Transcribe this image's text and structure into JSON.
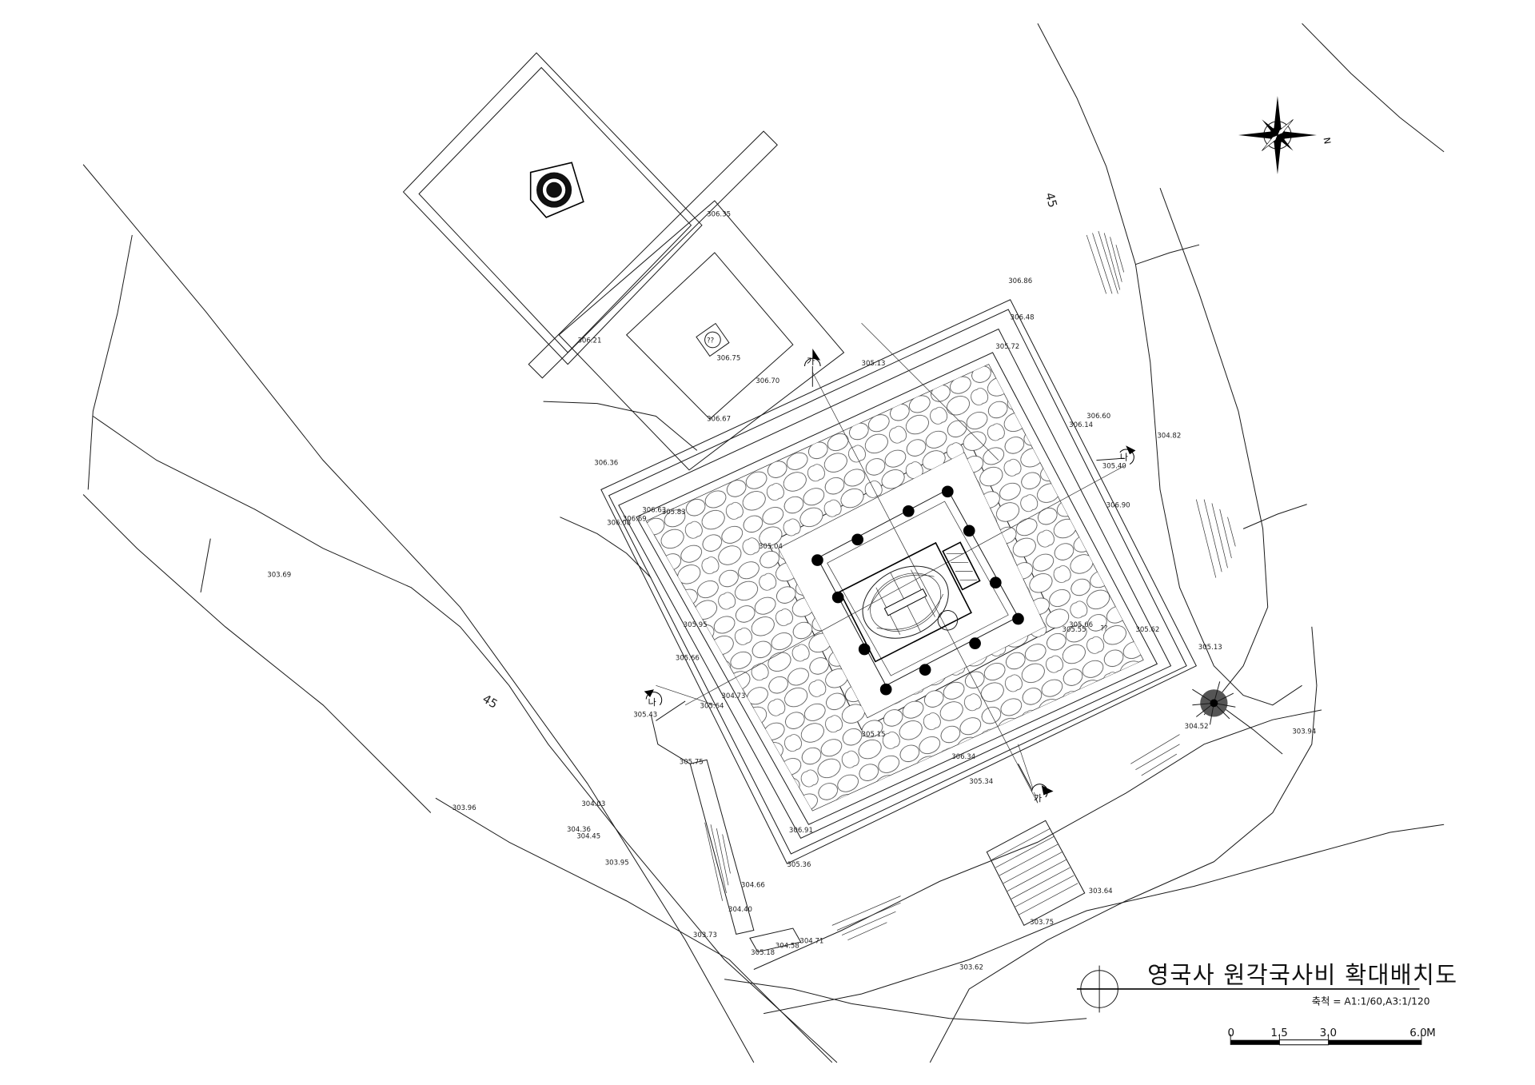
{
  "title": "영국사 원각국사비 확대배치도",
  "scale_note": "축척 = A1:1/60,A3:1/120",
  "scale_bar": {
    "labels": [
      "0",
      "1.5",
      "3.0",
      "6.0",
      "M"
    ]
  },
  "north_label": "N",
  "contour_labels": [
    "45",
    "45"
  ],
  "section_markers": [
    "가",
    "나",
    "나",
    "가"
  ],
  "unlabeled_marks": [
    "??",
    "??"
  ],
  "elevations": [
    "306.35",
    "306.21",
    "306.75",
    "306.70",
    "306.67",
    "306.86",
    "306.48",
    "305.13",
    "305.72",
    "306.60",
    "306.14",
    "305.40",
    "304.82",
    "306.90",
    "306.36",
    "306.69",
    "306.08",
    "306.63",
    "305.83",
    "305.04",
    "303.69",
    "305.95",
    "305.66",
    "305.55",
    "305.62",
    "305.13",
    "305.43",
    "305.64",
    "304.73",
    "303.94",
    "305.75",
    "305.34",
    "306.34",
    "305.15",
    "303.96",
    "304.03",
    "304.36",
    "304.45",
    "303.95",
    "306.91",
    "305.36",
    "304.66",
    "304.40",
    "304.58",
    "304.71",
    "303.73",
    "305.18",
    "303.64",
    "303.75",
    "303.62",
    "305.66",
    "304.52"
  ]
}
